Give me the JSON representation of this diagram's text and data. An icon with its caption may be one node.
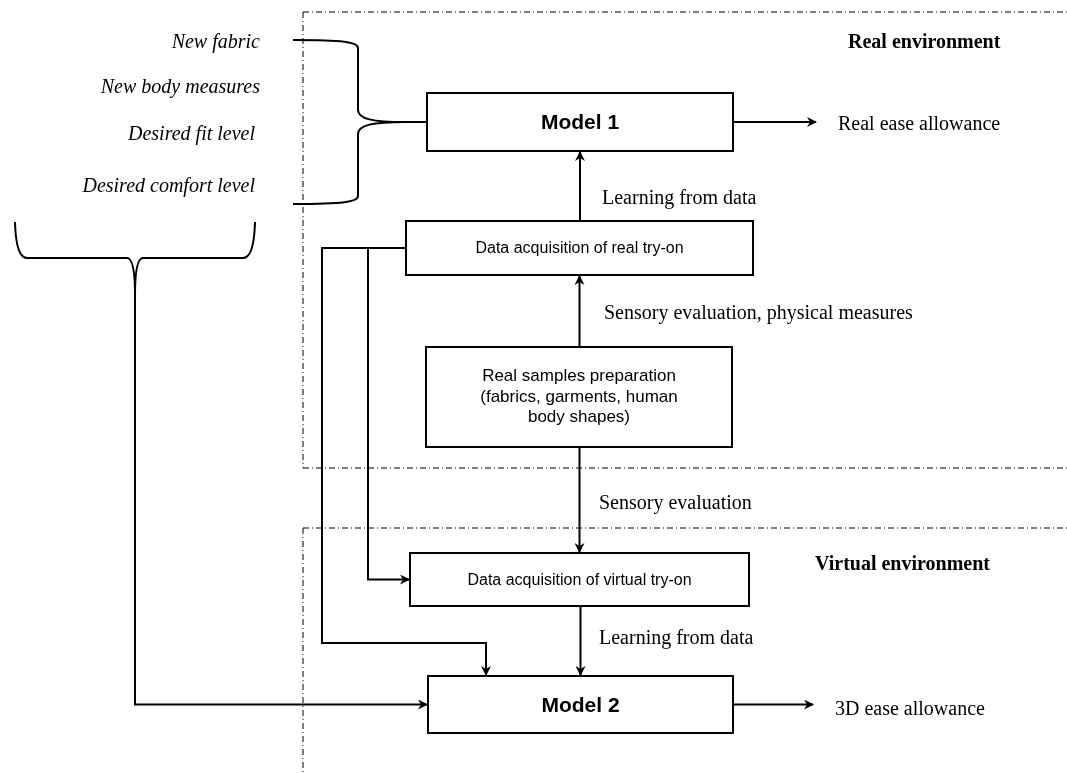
{
  "diagram": {
    "nodes": [
      {
        "text": [
          "Real environment"
        ]
      },
      {
        "text": [
          "Model 1"
        ],
        "in": 0
      },
      {
        "text": [
          "Data acquisition of real try-on"
        ],
        "in": 0
      },
      {
        "text": [
          "Real samples preparation (fabrics, garments, human body shapes)"
        ],
        "in": 0
      },
      {
        "text": [
          "Virtual environment"
        ]
      },
      {
        "text": [
          "Data acquisition of virtual try-on"
        ],
        "in": 4
      },
      {
        "text": [
          "Model 2"
        ],
        "in": 4
      },
      {
        "text": [
          "Real ease allowance"
        ],
        "in": 0
      },
      {
        "text": [
          "3D ease allowance"
        ],
        "in": 4
      },
      {
        "text": [],
        "shape": "brace"
      },
      {
        "text": [],
        "shape": "brace"
      }
    ],
    "edges": [
      {
        "from": 9,
        "to": 1,
        "arrow": "none"
      },
      {
        "from": 10,
        "to": 6,
        "arrow": "to"
      },
      {
        "from": 2,
        "to": 1,
        "arrow": "to",
        "label": "Learning from data"
      },
      {
        "from": 3,
        "to": 2,
        "arrow": "to",
        "label": "Sensory evaluation, physical measures"
      },
      {
        "from": 3,
        "to": 5,
        "arrow": "to",
        "label": "Sensory evaluation"
      },
      {
        "from": 5,
        "to": 6,
        "arrow": "to",
        "label": "Learning from data"
      },
      {
        "from": 2,
        "to": 5,
        "arrow": "to"
      },
      {
        "from": 2,
        "to": 6,
        "arrow": "to"
      },
      {
        "from": 1,
        "to": 7,
        "arrow": "to"
      },
      {
        "from": 6,
        "to": 8,
        "arrow": "to"
      }
    ],
    "labels": [
      "New fabric",
      "New body measures",
      "Desired fit level",
      "Desired comfort level"
    ]
  }
}
